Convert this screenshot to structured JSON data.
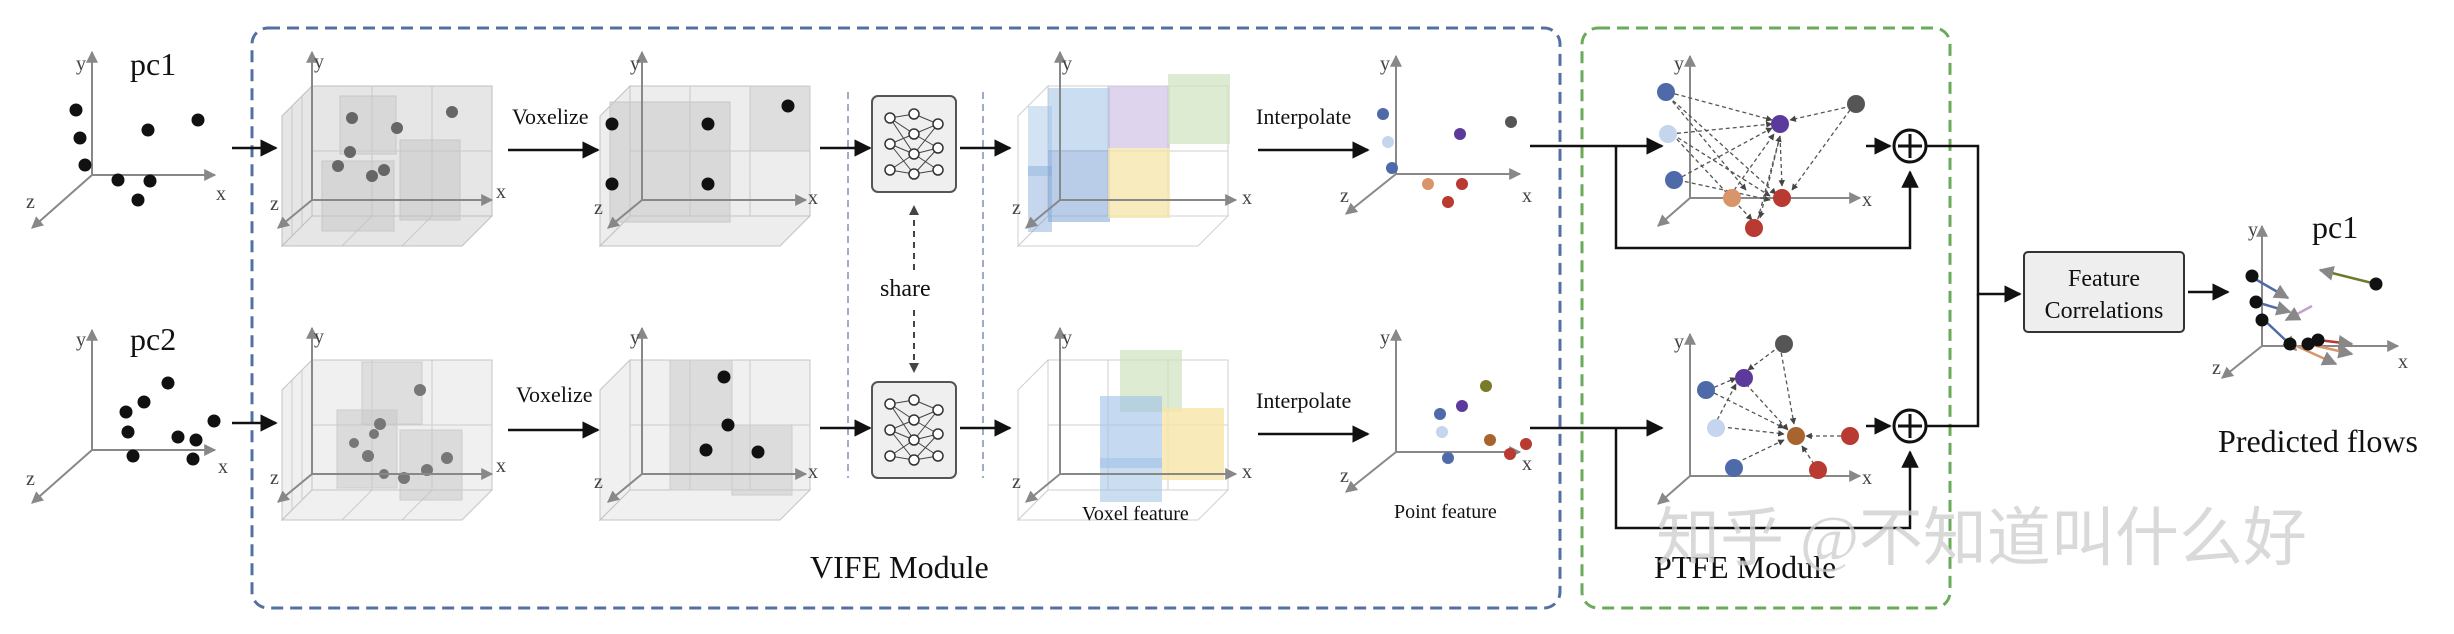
{
  "inputs": {
    "pc1_label": "pc1",
    "pc2_label": "pc2"
  },
  "axes": {
    "x": "x",
    "y": "y",
    "z": "z"
  },
  "vife": {
    "module_label": "VIFE Module",
    "voxelize_label": "Voxelize",
    "share_label": "share",
    "interpolate_label": "Interpolate",
    "voxel_feature_label": "Voxel feature",
    "point_feature_label": "Point feature",
    "frame_color": "#5470a3"
  },
  "ptfe": {
    "module_label": "PTFE Module",
    "frame_color": "#6aaa5a"
  },
  "feature_correlations": {
    "line1": "Feature",
    "line2": "Correlations"
  },
  "output": {
    "pc1_label": "pc1",
    "predicted_flows_label": "Predicted flows"
  },
  "watermark": {
    "text": "知乎 @不知道叫什么好"
  },
  "colors": {
    "point_black": "#111111",
    "voxel_blue": "#9ec1e6",
    "voxel_purple": "#c9b8e3",
    "voxel_green": "#cfe3bf",
    "voxel_yellow": "#f6e6a8",
    "feat_blue": "#4e6aa8",
    "feat_light": "#c5d5ee",
    "feat_purple": "#5b3a9b",
    "feat_gray": "#555555",
    "feat_orange": "#d9956a",
    "feat_red": "#b83a30",
    "feat_brown": "#a7642f",
    "feat_olive": "#7a7a2a"
  }
}
